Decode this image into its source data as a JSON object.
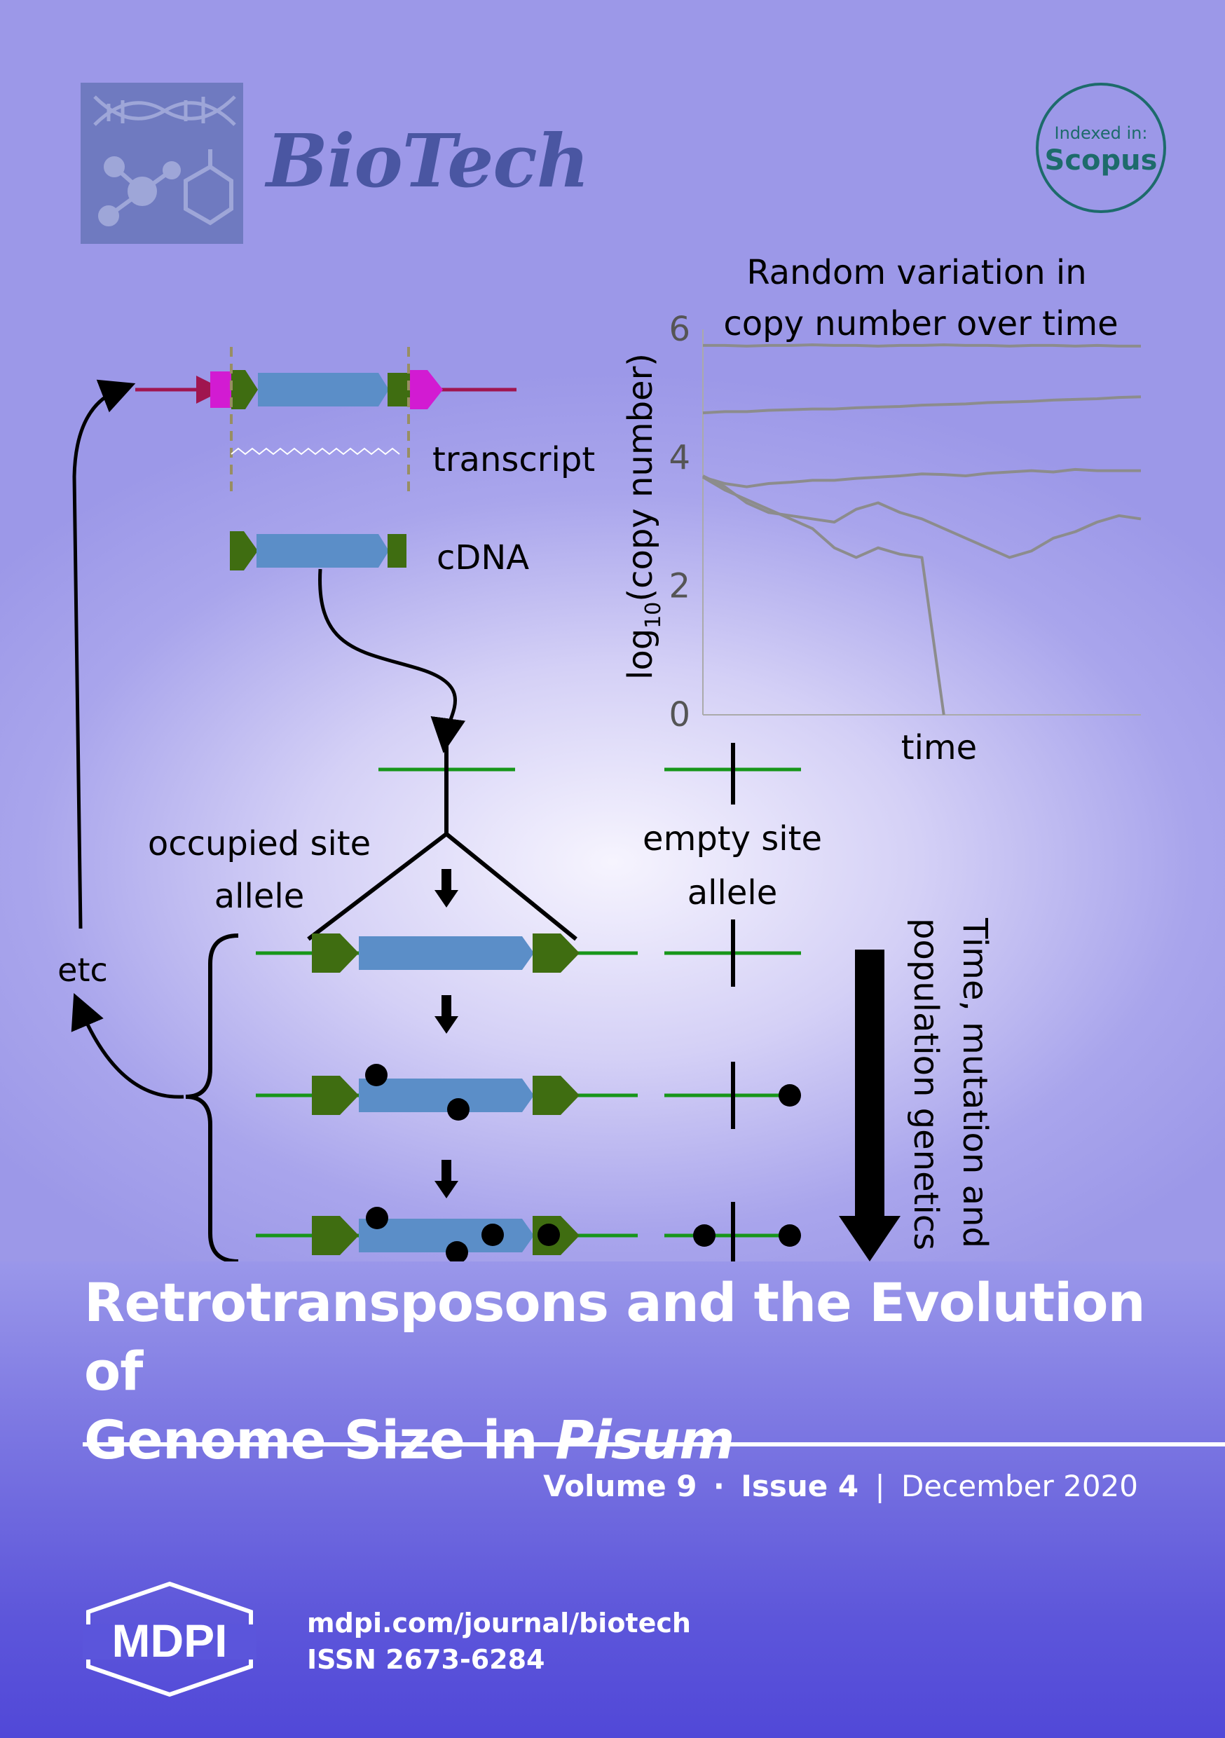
{
  "journal": {
    "title": "BioTech",
    "indexed_small": "Indexed in:",
    "indexed_big": "Scopus"
  },
  "figure": {
    "chart_title_line1": "Random variation in",
    "chart_title_line2": "copy number over time",
    "labels": {
      "transcript": "transcript",
      "cdna": "cDNA",
      "occupied_1": "occupied site",
      "occupied_2": "allele",
      "empty_1": "empty site",
      "empty_2": "allele",
      "etc": "etc",
      "time_vertical_1": "Time, mutation and",
      "time_vertical_2": "population genetics"
    }
  },
  "chart_data": {
    "type": "line",
    "title": "Random variation in copy number over time",
    "xlabel": "time",
    "ylabel_parts": [
      "log",
      "10",
      "(copy number)"
    ],
    "yticks": [
      "6",
      "4",
      "2",
      "0"
    ],
    "ylim": [
      0,
      6
    ],
    "x": [
      0,
      0.05,
      0.1,
      0.15,
      0.2,
      0.25,
      0.3,
      0.35,
      0.4,
      0.45,
      0.5,
      0.55,
      0.6,
      0.65,
      0.7,
      0.75,
      0.8,
      0.85,
      0.9,
      0.95,
      1.0
    ],
    "series": [
      {
        "values": [
          5.75,
          5.75,
          5.74,
          5.75,
          5.75,
          5.76,
          5.75,
          5.75,
          5.74,
          5.75,
          5.75,
          5.76,
          5.75,
          5.75,
          5.74,
          5.75,
          5.75,
          5.74,
          5.75,
          5.74,
          5.74
        ]
      },
      {
        "values": [
          4.7,
          4.72,
          4.72,
          4.74,
          4.75,
          4.76,
          4.76,
          4.78,
          4.79,
          4.8,
          4.82,
          4.83,
          4.84,
          4.86,
          4.87,
          4.88,
          4.9,
          4.91,
          4.92,
          4.94,
          4.95
        ]
      },
      {
        "values": [
          3.7,
          3.6,
          3.55,
          3.6,
          3.62,
          3.65,
          3.65,
          3.68,
          3.7,
          3.72,
          3.75,
          3.74,
          3.72,
          3.76,
          3.78,
          3.8,
          3.78,
          3.82,
          3.8,
          3.8,
          3.8
        ]
      },
      {
        "values": [
          3.72,
          3.55,
          3.3,
          3.15,
          3.1,
          3.05,
          3.0,
          3.2,
          3.3,
          3.15,
          3.05,
          2.9,
          2.75,
          2.6,
          2.45,
          2.55,
          2.75,
          2.85,
          3.0,
          3.1,
          3.05
        ]
      },
      {
        "values": [
          3.7,
          3.5,
          3.35,
          3.2,
          3.05,
          2.9,
          2.6,
          2.45,
          2.6,
          2.5,
          2.45,
          0.0,
          0.0
        ]
      }
    ]
  },
  "article": {
    "title_line1": "Retrotransposons and the Evolution of",
    "title_line2_prefix": "Genome Size in ",
    "title_line2_italic": "Pisum"
  },
  "issue": {
    "volume": "Volume 9",
    "dot": "·",
    "issue": "Issue 4",
    "separator": "|",
    "date": "December 2020"
  },
  "publisher": {
    "logo_text": "MDPI",
    "url": "mdpi.com/journal/biotech",
    "issn": "ISSN 2673-6284"
  }
}
